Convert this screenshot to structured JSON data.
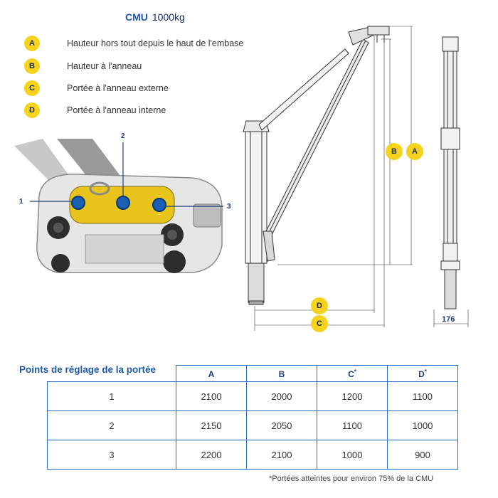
{
  "header": {
    "cmu_label": "CMU",
    "cmu_value": "1000kg"
  },
  "legend": [
    {
      "key": "A",
      "text": "Hauteur hors tout depuis le haut de l'embase"
    },
    {
      "key": "B",
      "text": "Hauteur à l'anneau"
    },
    {
      "key": "C",
      "text": "Portée à l'anneau externe"
    },
    {
      "key": "D",
      "text": "Portée à l'anneau interne"
    }
  ],
  "photo": {
    "points": [
      "1",
      "2",
      "3"
    ]
  },
  "drawing": {
    "dims": [
      "A",
      "B",
      "C",
      "D"
    ],
    "width_label": "176"
  },
  "table": {
    "title": "Points de réglage de la portée",
    "columns": [
      "A",
      "B",
      "C",
      "D"
    ],
    "col_marks": [
      "",
      "",
      "*",
      "*"
    ],
    "rows": [
      {
        "point": "1",
        "values": [
          "2100",
          "2000",
          "1200",
          "1100"
        ]
      },
      {
        "point": "2",
        "values": [
          "2150",
          "2050",
          "1100",
          "1000"
        ]
      },
      {
        "point": "3",
        "values": [
          "2200",
          "2100",
          "1000",
          "900"
        ]
      }
    ]
  },
  "footnote": "*Portées atteintes pour environ 75% de la CMU",
  "colors": {
    "accent_blue": "#1f5aa8",
    "badge_yellow": "#f5d31d",
    "table_border": "#2a6cc0"
  }
}
